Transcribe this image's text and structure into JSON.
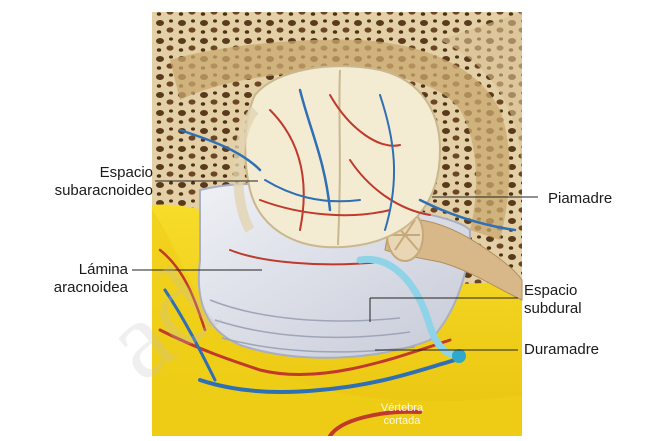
{
  "labels": {
    "espacio_subaracnoideo": "Espacio\nsubaracnoideo",
    "lamina_aracnoidea": "Lámina\naracnoidea",
    "piamadre": "Piamadre",
    "espacio_subdural": "Espacio\nsubdural",
    "duramadre": "Duramadre",
    "vertebra_cortada": "Vértebra\ncortada"
  },
  "watermark": "ad",
  "colors": {
    "bone": "#e8d6b0",
    "bone_pore": "#5a3a1c",
    "cord": "#f3ead2",
    "membrane": "#d7dbe6",
    "fat": "#f2d21c",
    "artery": "#c0392b",
    "vein": "#2e6fb5",
    "csf": "#8fd3e8"
  }
}
